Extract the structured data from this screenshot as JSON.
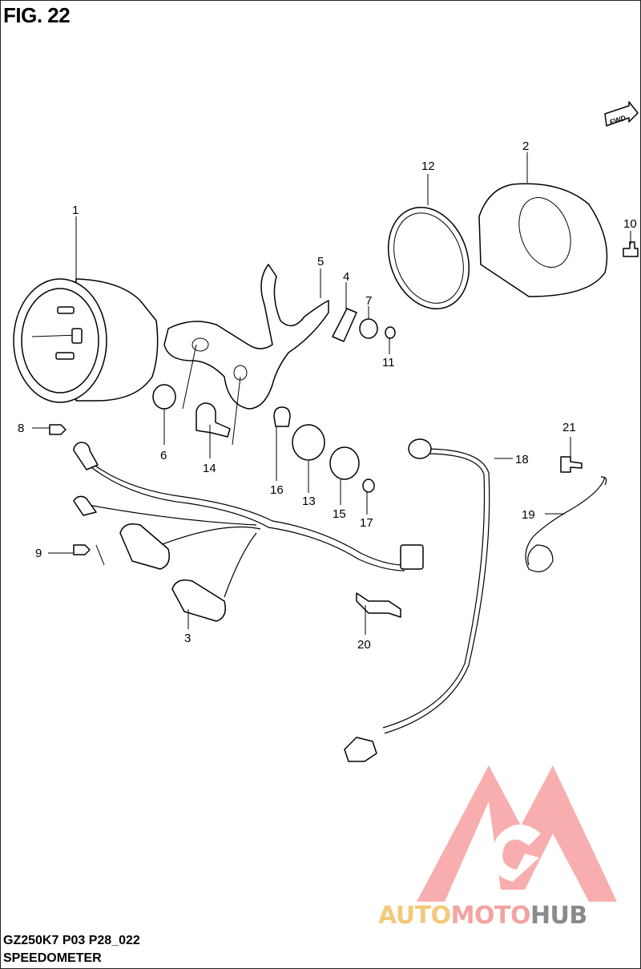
{
  "figure": {
    "title": "FIG. 22",
    "model_code": "GZ250K7 P03 P28_022",
    "caption": "SPEEDOMETER"
  },
  "direction_indicator": {
    "text": "FWD"
  },
  "watermark": {
    "part1": "AUTO",
    "part2": "MOTO",
    "part3": "HUB",
    "color1": "#f5c97a",
    "color2": "#f4a3a3",
    "color3": "#8a8a8a",
    "logo_color": "#f26d6d"
  },
  "callouts": [
    {
      "num": "1"
    },
    {
      "num": "2"
    },
    {
      "num": "3"
    },
    {
      "num": "4"
    },
    {
      "num": "5"
    },
    {
      "num": "6"
    },
    {
      "num": "7"
    },
    {
      "num": "8"
    },
    {
      "num": "9"
    },
    {
      "num": "10"
    },
    {
      "num": "11"
    },
    {
      "num": "12"
    },
    {
      "num": "13"
    },
    {
      "num": "14"
    },
    {
      "num": "15"
    },
    {
      "num": "16"
    },
    {
      "num": "17"
    },
    {
      "num": "18"
    },
    {
      "num": "19"
    },
    {
      "num": "20"
    },
    {
      "num": "21"
    }
  ]
}
